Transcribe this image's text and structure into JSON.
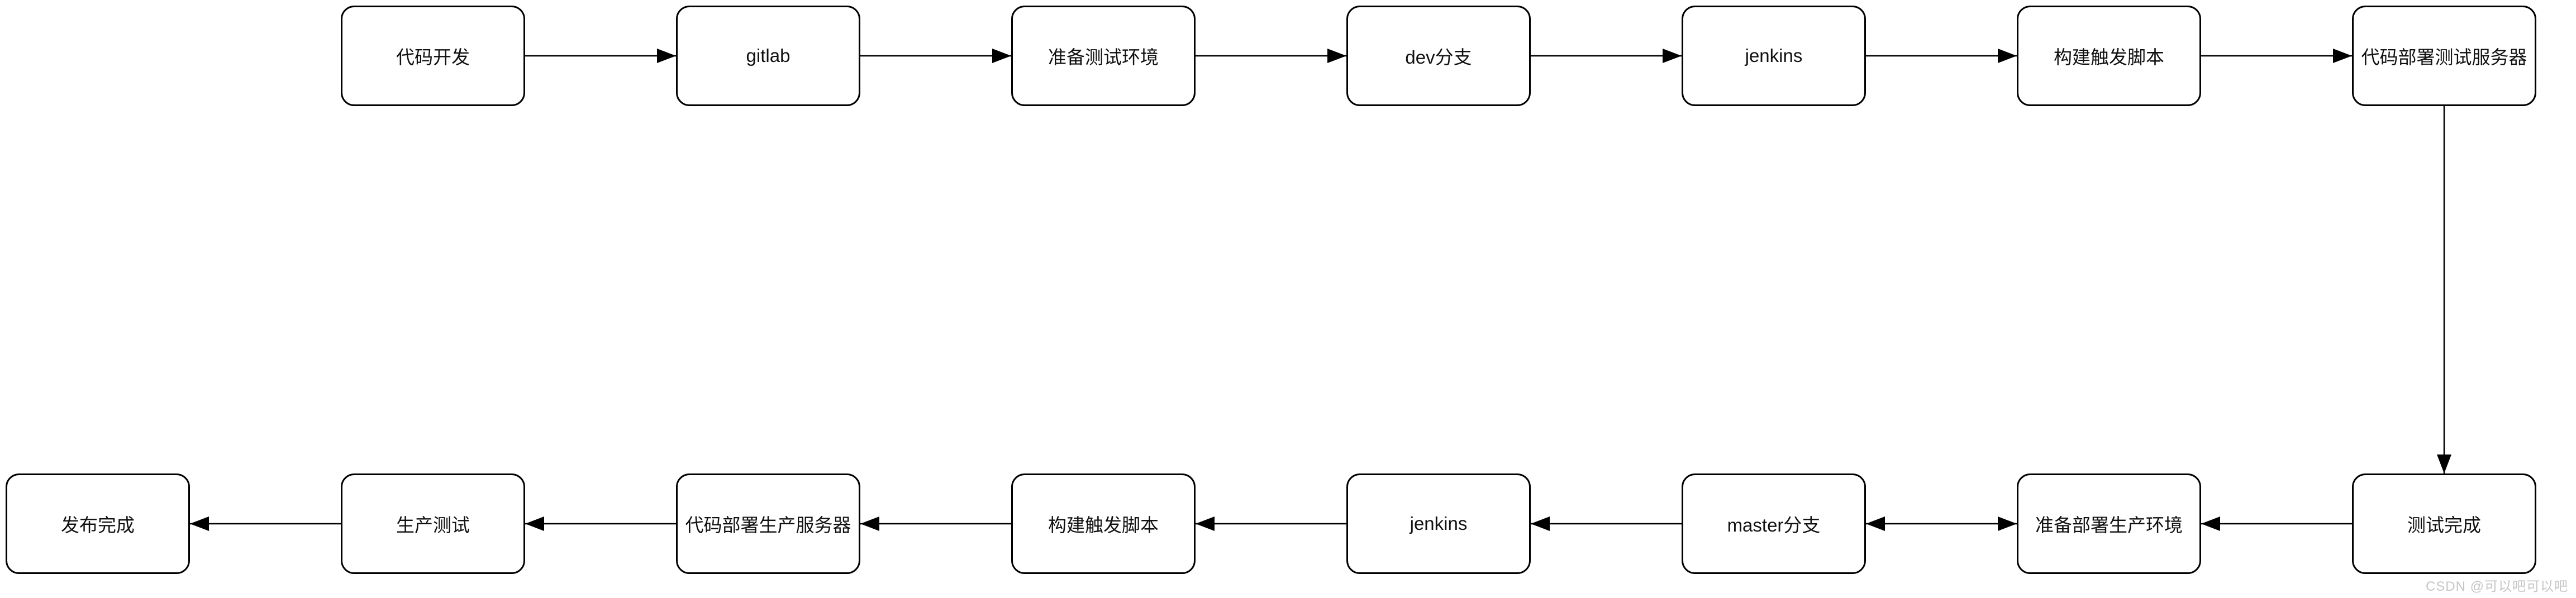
{
  "diagram": {
    "type": "flowchart",
    "nodes": [
      {
        "id": "code-dev",
        "label": "代码开发",
        "row": "top",
        "col": 0
      },
      {
        "id": "gitlab",
        "label": "gitlab",
        "row": "top",
        "col": 1
      },
      {
        "id": "prepare-test-env",
        "label": "准备测试环境",
        "row": "top",
        "col": 2
      },
      {
        "id": "dev-branch",
        "label": "dev分支",
        "row": "top",
        "col": 3
      },
      {
        "id": "jenkins-test",
        "label": "jenkins",
        "row": "top",
        "col": 4
      },
      {
        "id": "build-trigger-script-test",
        "label": "构建触发脚本",
        "row": "top",
        "col": 5
      },
      {
        "id": "deploy-test-server",
        "label": "代码部署测试服务器",
        "row": "top",
        "col": 6
      },
      {
        "id": "test-done",
        "label": "测试完成",
        "row": "bottom",
        "col": 7
      },
      {
        "id": "prepare-prod-env",
        "label": "准备部署生产环境",
        "row": "bottom",
        "col": 6
      },
      {
        "id": "master-branch",
        "label": "master分支",
        "row": "bottom",
        "col": 5
      },
      {
        "id": "jenkins-prod",
        "label": "jenkins",
        "row": "bottom",
        "col": 4
      },
      {
        "id": "build-trigger-script-prod",
        "label": "构建触发脚本",
        "row": "bottom",
        "col": 3
      },
      {
        "id": "deploy-prod-server",
        "label": "代码部署生产服务器",
        "row": "bottom",
        "col": 2
      },
      {
        "id": "prod-test",
        "label": "生产测试",
        "row": "bottom",
        "col": 1
      },
      {
        "id": "release-done",
        "label": "发布完成",
        "row": "bottom",
        "col": 0
      }
    ],
    "edges": [
      {
        "from": "code-dev",
        "to": "gitlab",
        "heads": "to"
      },
      {
        "from": "gitlab",
        "to": "prepare-test-env",
        "heads": "to"
      },
      {
        "from": "prepare-test-env",
        "to": "dev-branch",
        "heads": "to"
      },
      {
        "from": "dev-branch",
        "to": "jenkins-test",
        "heads": "to"
      },
      {
        "from": "jenkins-test",
        "to": "build-trigger-script-test",
        "heads": "to"
      },
      {
        "from": "build-trigger-script-test",
        "to": "deploy-test-server",
        "heads": "to"
      },
      {
        "from": "deploy-test-server",
        "to": "test-done",
        "heads": "to"
      },
      {
        "from": "test-done",
        "to": "prepare-prod-env",
        "heads": "to"
      },
      {
        "from": "prepare-prod-env",
        "to": "master-branch",
        "heads": "both"
      },
      {
        "from": "master-branch",
        "to": "jenkins-prod",
        "heads": "to"
      },
      {
        "from": "jenkins-prod",
        "to": "build-trigger-script-prod",
        "heads": "to"
      },
      {
        "from": "build-trigger-script-prod",
        "to": "deploy-prod-server",
        "heads": "to"
      },
      {
        "from": "deploy-prod-server",
        "to": "prod-test",
        "heads": "to"
      },
      {
        "from": "prod-test",
        "to": "release-done",
        "heads": "to"
      }
    ]
  },
  "watermark": {
    "text": "CSDN @可以吧可以吧"
  },
  "colors": {
    "stroke": "#000000",
    "node_fill": "#ffffff",
    "watermark": "#c6c6c6"
  }
}
